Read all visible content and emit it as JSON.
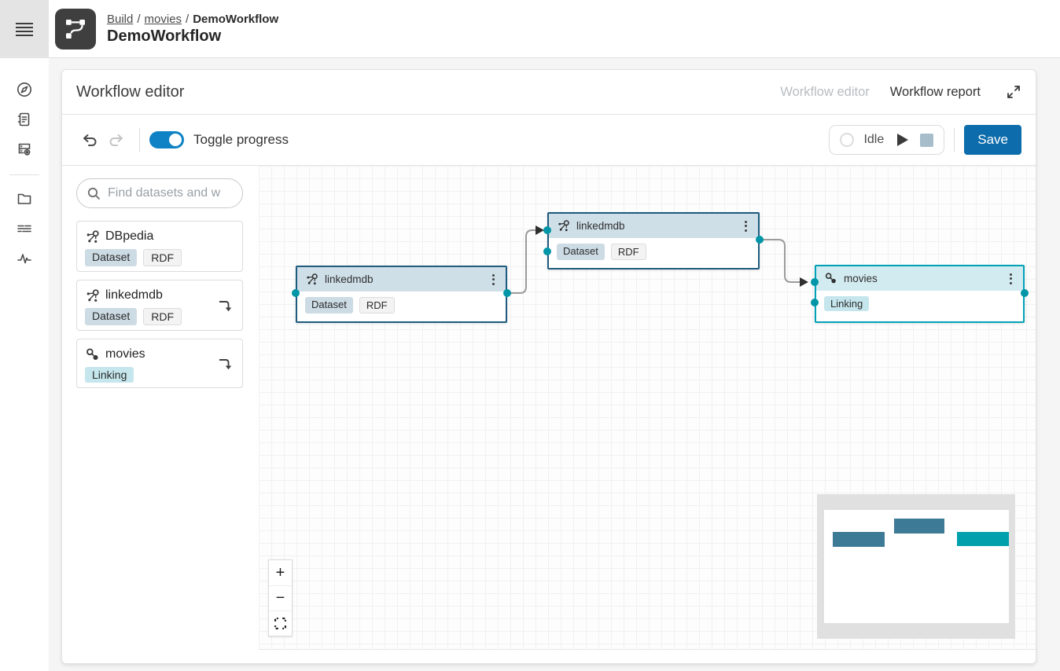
{
  "header": {
    "breadcrumb": [
      "Build",
      "movies",
      "DemoWorkflow"
    ],
    "breadcrumb_separator": "/",
    "title": "DemoWorkflow"
  },
  "panel": {
    "title": "Workflow editor",
    "tabs": [
      {
        "label": "Workflow editor",
        "state": "inactive"
      },
      {
        "label": "Workflow report",
        "state": "active"
      }
    ]
  },
  "toolbar": {
    "toggle_label": "Toggle progress",
    "status": "Idle",
    "save": "Save"
  },
  "library": {
    "search_placeholder": "Find datasets and w",
    "items": [
      {
        "title": "DBpedia",
        "tags": [
          "Dataset",
          "RDF"
        ]
      },
      {
        "title": "linkedmdb",
        "tags": [
          "Dataset",
          "RDF"
        ]
      },
      {
        "title": "movies",
        "tags": [
          "Linking"
        ]
      }
    ]
  },
  "canvas": {
    "nodes": [
      {
        "title": "linkedmdb",
        "tags": [
          "Dataset",
          "RDF"
        ],
        "type": "dataset"
      },
      {
        "title": "linkedmdb",
        "tags": [
          "Dataset",
          "RDF"
        ],
        "type": "dataset"
      },
      {
        "title": "movies",
        "tags": [
          "Linking"
        ],
        "type": "linking"
      }
    ]
  },
  "zoom_controls": {
    "zoom_in": "+",
    "zoom_out": "−"
  },
  "colors": {
    "save_button": "#0d6cab",
    "toggle_on": "#0e82c4",
    "port_teal": "#0096a7",
    "dataset_node_border": "#1e5b7e",
    "dataset_node_header": "#cfdfe8",
    "linking_node_border": "#00a2b8",
    "linking_node_header": "#d2ebf0",
    "tag_dataset_bg": "#ccdbe4",
    "tag_rdf_bg": "#f3f3f3",
    "tag_linking_bg": "#c5e6ec",
    "minimap_node_blue": "#3d7a96",
    "minimap_node_teal": "#00a0ad",
    "edge_gray": "#9b9b9b"
  }
}
